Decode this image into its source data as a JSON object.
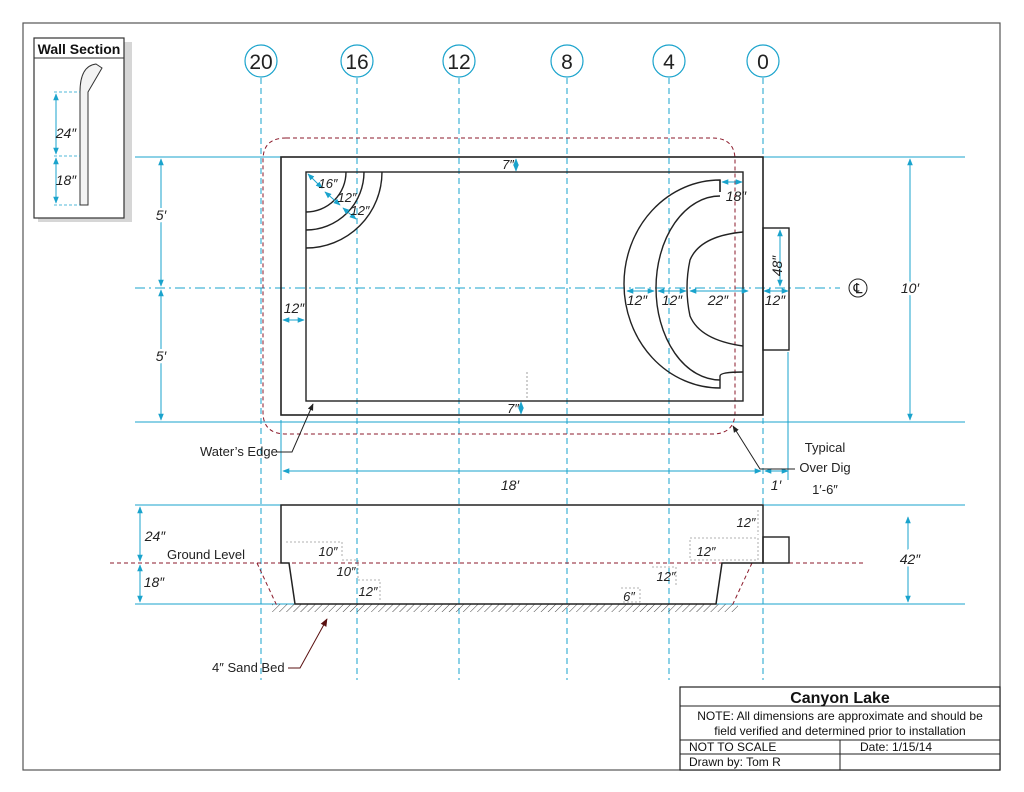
{
  "wall_section": {
    "title": "Wall Section",
    "upper_dim": "24″",
    "lower_dim": "18″"
  },
  "grid_labels": [
    "20",
    "16",
    "12",
    "8",
    "4",
    "0"
  ],
  "plan_dims": {
    "top_wall": "7″",
    "bottom_wall": "7″",
    "left_wall": "12″",
    "corner_r1": "16″",
    "corner_r2": "12″",
    "corner_r3": "12″",
    "bench_end": "18″",
    "step_a": "12″",
    "step_b": "12″",
    "step_c": "22″",
    "step_d": "12″",
    "tab_width": "48″",
    "half_upper": "5′",
    "half_lower": "5′",
    "overall_width": "10′",
    "overall_length": "18′",
    "overdig_side": "1′",
    "centerline_symbol": "℄"
  },
  "annotations": {
    "waters_edge": "Water’s Edge",
    "typical": "Typical",
    "over_dig": "Over Dig",
    "over_dig_value": "1′-6″",
    "ground_level": "Ground Level",
    "sand_bed": "4″ Sand Bed"
  },
  "section_dims": {
    "above_ground": "24″",
    "below_ground": "18″",
    "total_depth": "42″",
    "left_10a": "10″",
    "left_10b": "10″",
    "left_12": "12″",
    "right_12a": "12″",
    "right_12b": "12″",
    "right_12c": "12″",
    "right_6": "6″"
  },
  "title_block": {
    "title": "Canyon Lake",
    "note_line1": "NOTE: All dimensions are approximate and should be",
    "note_line2": "field verified and determined prior to installation",
    "scale": "NOT TO SCALE",
    "date": "Date: 1/15/14",
    "drawn_by": "Drawn by: Tom R"
  },
  "colors": {
    "dimension": "#1aa3cc",
    "outline": "#222222",
    "overdig": "#8b1a2b",
    "arrow": "#5a1010"
  }
}
